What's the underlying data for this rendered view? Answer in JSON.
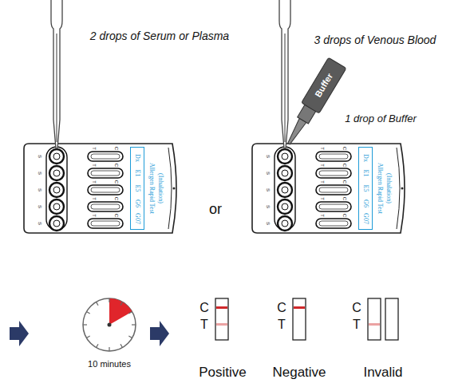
{
  "diagram": {
    "nodes": [
      {
        "text": [
          "Dx",
          "E1",
          "E5",
          "G6",
          "G07"
        ]
      },
      {
        "text": [
          "Dx",
          "E1",
          "E5",
          "G6",
          "G07"
        ]
      }
    ],
    "labels": [
      "2 drops of Serum or Plasma",
      "3 drops of  Venous Blood",
      "1 drop of Buffer",
      "Buffer",
      "Allergen Rapid Test",
      "(Inhalation)",
      "Allergen Rapid Test",
      "(Inhalation)",
      "or",
      "10 minutes",
      "C",
      "T",
      "C",
      "T",
      "C",
      "T",
      "Positive",
      "Negative",
      "Invalid",
      "S",
      "S",
      "S",
      "S",
      "S",
      "T",
      "C",
      "T",
      "C",
      "T",
      "C",
      "T",
      "C",
      "T",
      "C",
      "S",
      "S",
      "S",
      "S",
      "S",
      "T",
      "C",
      "T",
      "C",
      "T",
      "C",
      "T",
      "C",
      "T",
      "C"
    ]
  }
}
